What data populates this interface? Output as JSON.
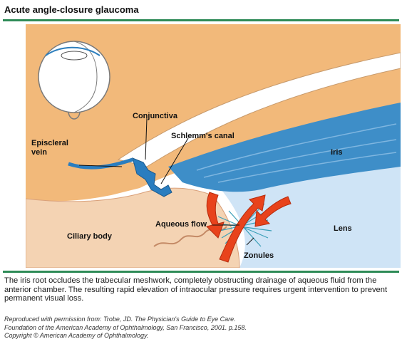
{
  "title": "Acute angle-closure glaucoma",
  "labels": {
    "conjunctiva": "Conjunctiva",
    "schlemms_canal": "Schlemm's canal",
    "episcleral_vein_line1": "Episcleral",
    "episcleral_vein_line2": "vein",
    "iris": "Iris",
    "aqueous_flow": "Aqueous flow",
    "ciliary_body": "Ciliary body",
    "lens": "Lens",
    "zonules": "Zonules"
  },
  "caption": "The iris root occludes the trabecular meshwork, completely obstructing drainage of aqueous fluid from the anterior chamber. The resulting rapid elevation of intraocular pressure requires urgent intervention to prevent permanent visual loss.",
  "credit": {
    "line1": "Reproduced with permission from: Trobe, JD. The Physician's Guide to Eye Care.",
    "line2": "Foundation of the American Academy of Ophthalmology, San Francisco, 2001. p.158.",
    "line3": "Copyright © American Academy of Ophthalmology."
  },
  "colors": {
    "rule": "#2e8b57",
    "sclera_tan": "#f2b97a",
    "iris_blue": "#3e8ec8",
    "lens_blue": "#cfe4f6",
    "ciliary_tan": "#f4d3b3",
    "arrow_red": "#e8431c"
  }
}
